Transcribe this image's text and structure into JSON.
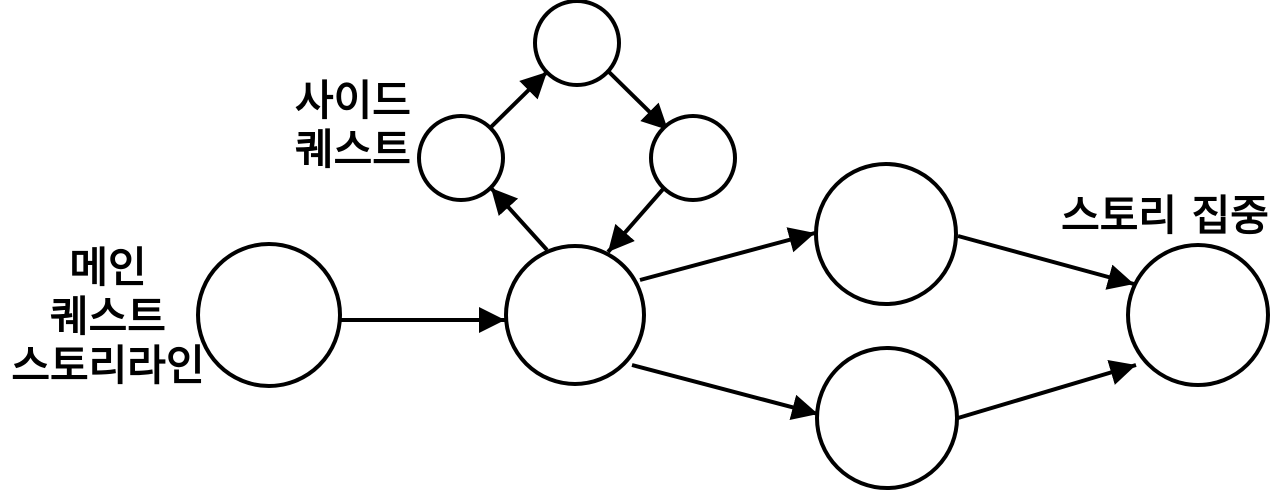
{
  "labels": {
    "main_quest": [
      "메인",
      "퀘스트",
      "스토리라인"
    ],
    "side_quest": [
      "사이드",
      "퀘스트"
    ],
    "story_focus": [
      "스토리 집중"
    ]
  },
  "colors": {
    "stroke": "#000000",
    "node_fill": "#ffffff",
    "background": "#ffffff"
  }
}
